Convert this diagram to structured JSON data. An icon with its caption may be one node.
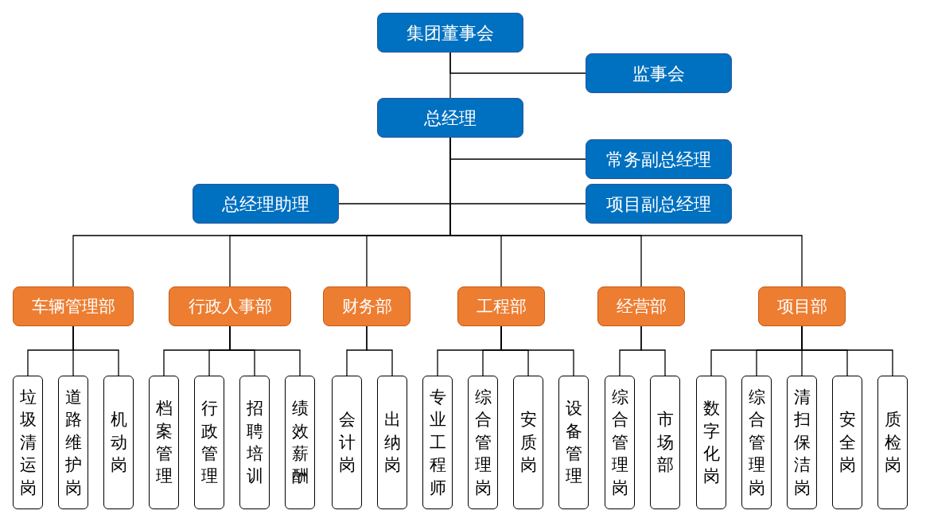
{
  "diagram": {
    "nodes": [
      {
        "text": [
          "集团董事会"
        ]
      },
      {
        "text": [
          "监事会"
        ]
      },
      {
        "text": [
          "总经理"
        ]
      },
      {
        "text": [
          "常务副总经理"
        ]
      },
      {
        "text": [
          "总经理助理"
        ]
      },
      {
        "text": [
          "项目副总经理"
        ]
      },
      {
        "text": [
          "车辆管理部"
        ]
      },
      {
        "text": [
          "行政人事部"
        ]
      },
      {
        "text": [
          "财务部"
        ]
      },
      {
        "text": [
          "工程部"
        ]
      },
      {
        "text": [
          "经营部"
        ]
      },
      {
        "text": [
          "项目部"
        ]
      },
      {
        "text": [
          "垃圾清运岗"
        ]
      },
      {
        "text": [
          "道路维护岗"
        ]
      },
      {
        "text": [
          "机动岗"
        ]
      },
      {
        "text": [
          "档案管理"
        ]
      },
      {
        "text": [
          "行政管理"
        ]
      },
      {
        "text": [
          "招聘培训"
        ]
      },
      {
        "text": [
          "绩效薪酬"
        ]
      },
      {
        "text": [
          "会计岗"
        ]
      },
      {
        "text": [
          "出纳岗"
        ]
      },
      {
        "text": [
          "专业工程师"
        ]
      },
      {
        "text": [
          "综合管理岗"
        ]
      },
      {
        "text": [
          "安质岗"
        ]
      },
      {
        "text": [
          "设备管理"
        ]
      },
      {
        "text": [
          "综合管理岗"
        ]
      },
      {
        "text": [
          "市场部"
        ]
      },
      {
        "text": [
          "数字化岗"
        ]
      },
      {
        "text": [
          "综合管理岗"
        ]
      },
      {
        "text": [
          "清扫保洁岗"
        ]
      },
      {
        "text": [
          "安全岗"
        ]
      },
      {
        "text": [
          "质检岗"
        ]
      }
    ],
    "edges": [
      {
        "from": 0,
        "to": 1,
        "arrow": "none"
      },
      {
        "from": 0,
        "to": 2,
        "arrow": "none"
      },
      {
        "from": 2,
        "to": 3,
        "arrow": "none"
      },
      {
        "from": 2,
        "to": 4,
        "arrow": "none"
      },
      {
        "from": 2,
        "to": 5,
        "arrow": "none"
      },
      {
        "from": 2,
        "to": 6,
        "arrow": "none"
      },
      {
        "from": 2,
        "to": 7,
        "arrow": "none"
      },
      {
        "from": 2,
        "to": 8,
        "arrow": "none"
      },
      {
        "from": 2,
        "to": 9,
        "arrow": "none"
      },
      {
        "from": 2,
        "to": 10,
        "arrow": "none"
      },
      {
        "from": 2,
        "to": 11,
        "arrow": "none"
      },
      {
        "from": 6,
        "to": 12,
        "arrow": "none"
      },
      {
        "from": 6,
        "to": 13,
        "arrow": "none"
      },
      {
        "from": 6,
        "to": 14,
        "arrow": "none"
      },
      {
        "from": 7,
        "to": 15,
        "arrow": "none"
      },
      {
        "from": 7,
        "to": 16,
        "arrow": "none"
      },
      {
        "from": 7,
        "to": 17,
        "arrow": "none"
      },
      {
        "from": 7,
        "to": 18,
        "arrow": "none"
      },
      {
        "from": 8,
        "to": 19,
        "arrow": "none"
      },
      {
        "from": 8,
        "to": 20,
        "arrow": "none"
      },
      {
        "from": 9,
        "to": 21,
        "arrow": "none"
      },
      {
        "from": 9,
        "to": 22,
        "arrow": "none"
      },
      {
        "from": 9,
        "to": 23,
        "arrow": "none"
      },
      {
        "from": 9,
        "to": 24,
        "arrow": "none"
      },
      {
        "from": 10,
        "to": 25,
        "arrow": "none"
      },
      {
        "from": 10,
        "to": 26,
        "arrow": "none"
      },
      {
        "from": 11,
        "to": 27,
        "arrow": "none"
      },
      {
        "from": 11,
        "to": 28,
        "arrow": "none"
      },
      {
        "from": 11,
        "to": 29,
        "arrow": "none"
      },
      {
        "from": 11,
        "to": 30,
        "arrow": "none"
      },
      {
        "from": 11,
        "to": 31,
        "arrow": "none"
      }
    ]
  }
}
